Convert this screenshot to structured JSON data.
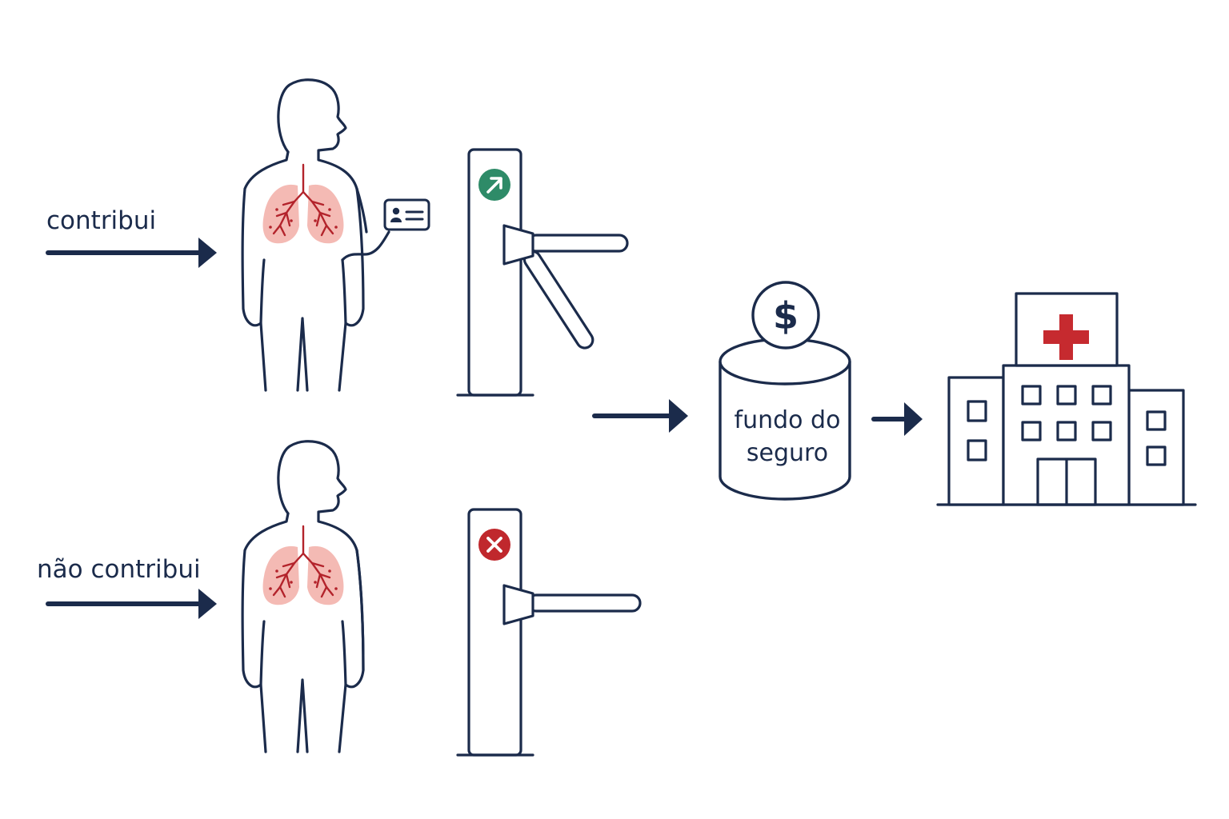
{
  "labels": {
    "contributes": "contribui",
    "not_contributes": "não contribui"
  },
  "fund": {
    "line1": "fundo do",
    "line2": "seguro",
    "coin_symbol": "$"
  },
  "colors": {
    "ink": "#1b2b4b",
    "allowed": "#2e8b68",
    "denied": "#c0282d",
    "lungs_fill": "#f3b2ac",
    "airways": "#b3232b",
    "hospital_cross": "#c62a2f"
  },
  "icons": {
    "allowed_indicator": "arrow-up-right-circle-icon",
    "denied_indicator": "x-circle-icon",
    "id_card": "id-card-icon",
    "hospital": "hospital-building-icon"
  }
}
